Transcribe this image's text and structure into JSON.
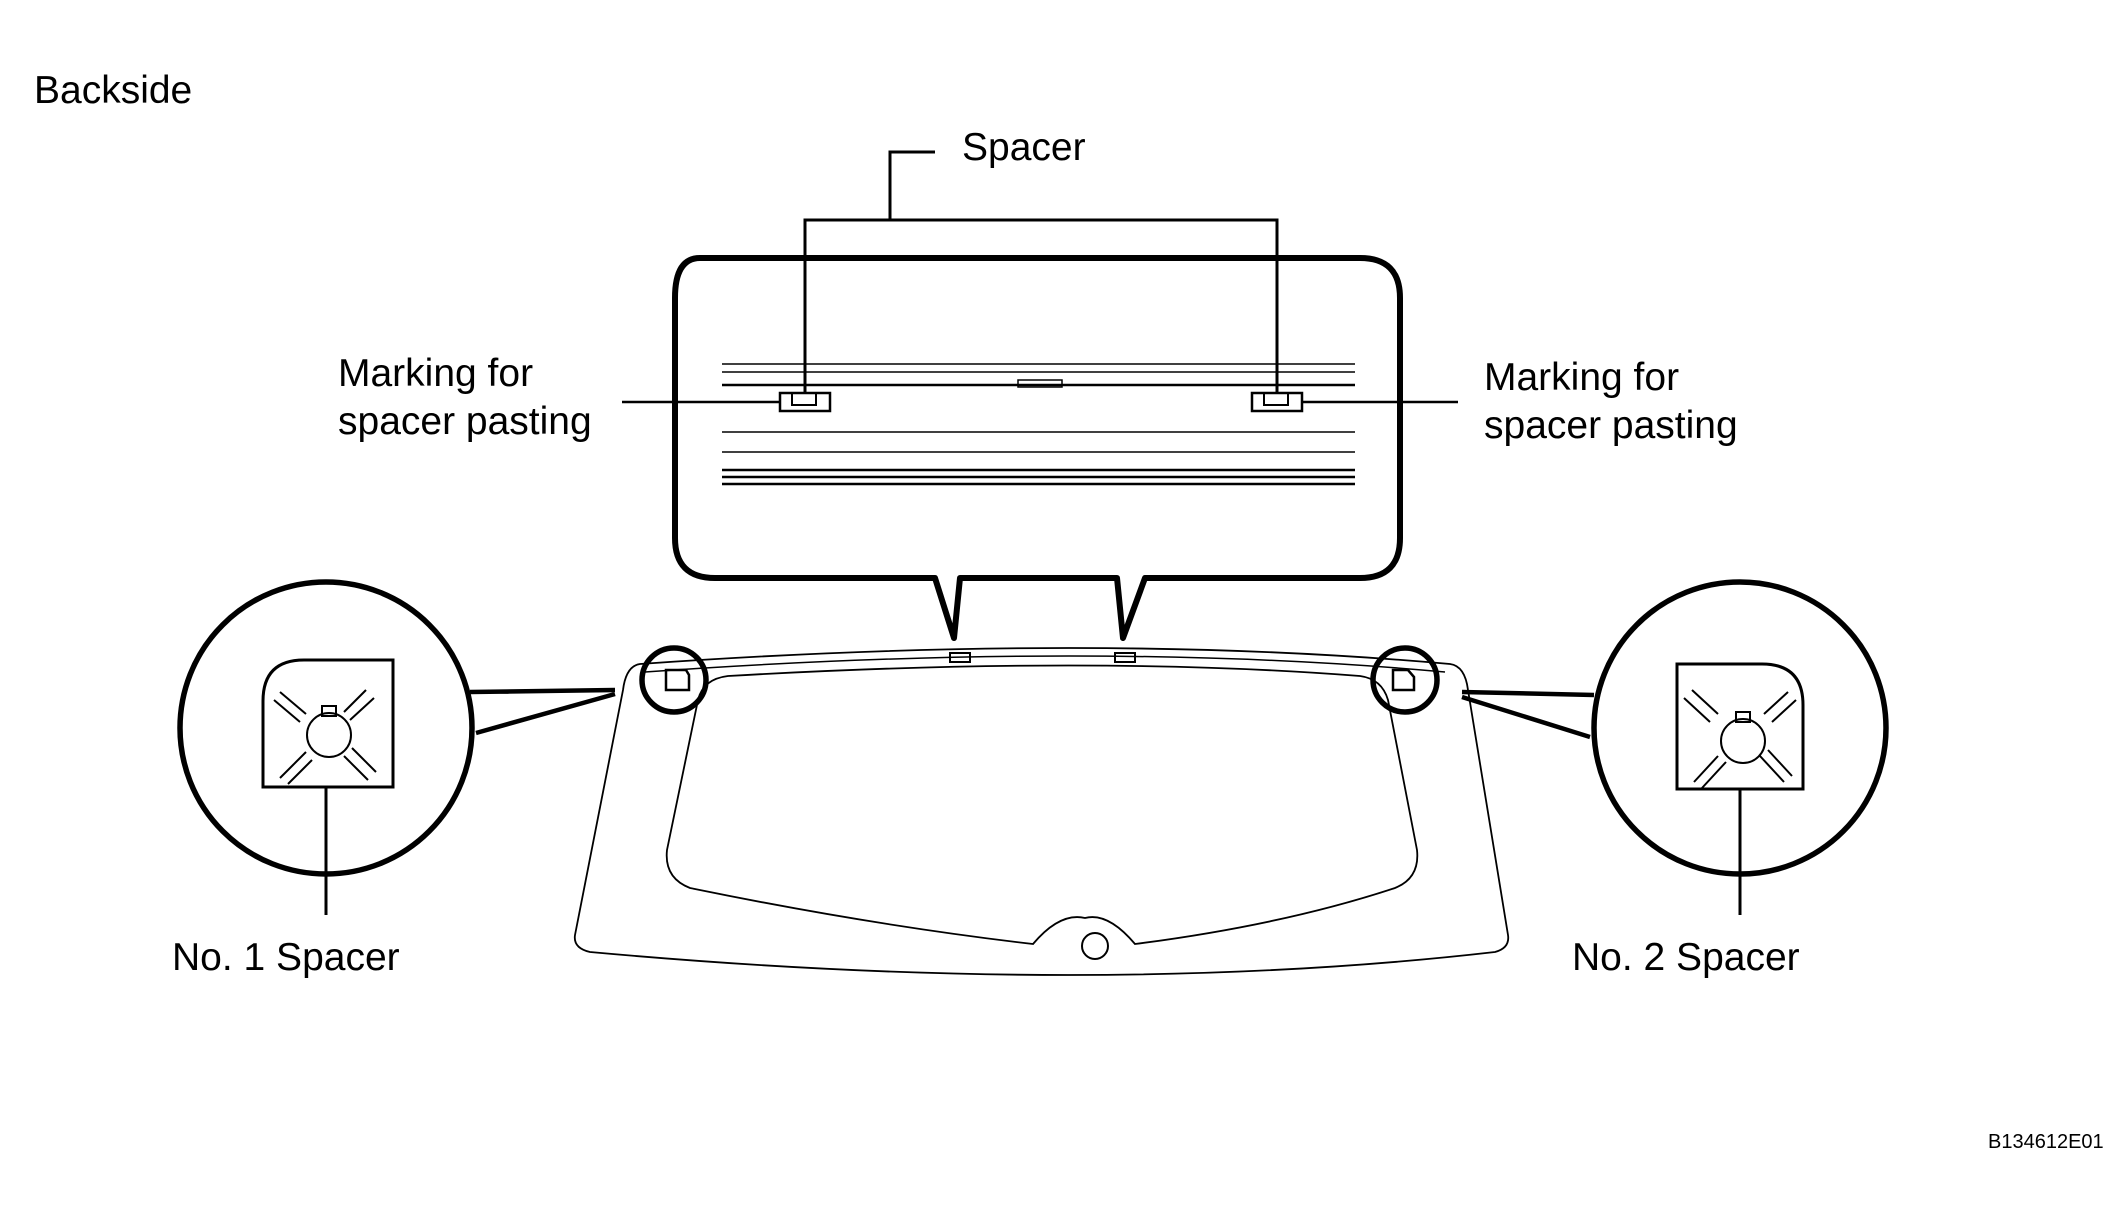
{
  "labels": {
    "side": "Backside",
    "spacer": "Spacer",
    "marking_left_line1": "Marking for",
    "marking_left_line2": "spacer pasting",
    "marking_right_line1": "Marking for",
    "marking_right_line2": "spacer pasting",
    "no1_spacer": "No. 1 Spacer",
    "no2_spacer": "No. 2 Spacer",
    "figure_code": "B134612E01"
  },
  "colors": {
    "line": "#000000",
    "background": "#ffffff"
  }
}
